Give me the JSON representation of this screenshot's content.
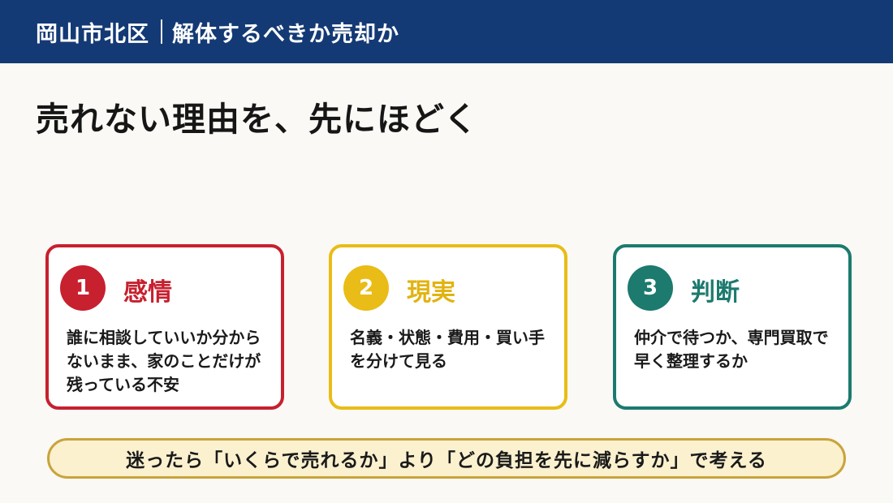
{
  "header": {
    "location": "岡山市北区",
    "topic": "解体するべきか売却か"
  },
  "main": {
    "title": "売れない理由を、先にほどく"
  },
  "cards": [
    {
      "number": "1",
      "title": "感情",
      "body": "誰に相談していいか分からないまま、家のことだけが残っている不安"
    },
    {
      "number": "2",
      "title": "現実",
      "body": "名義・状態・費用・買い手を分けて見る"
    },
    {
      "number": "3",
      "title": "判断",
      "body": "仲介で待つか、専門買取で早く整理するか"
    }
  ],
  "callout": {
    "text": "迷ったら「いくらで売れるか」より「どの負担を先に減らすか」で考える"
  },
  "colors": {
    "header_bg": "#143a75",
    "page_bg": "#fbf9f5",
    "card1_accent": "#c7202f",
    "card2_accent": "#e9bc17",
    "card3_accent": "#1c7a6e",
    "callout_bg": "#fbf1cf",
    "callout_border": "#c9a43c"
  }
}
